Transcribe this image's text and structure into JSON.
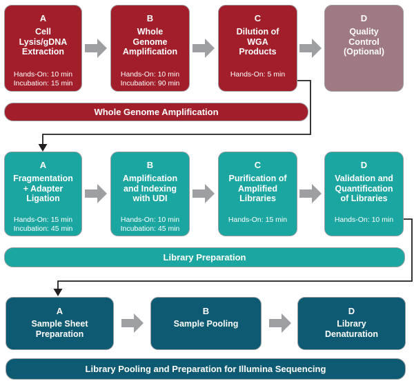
{
  "colors": {
    "primary_red": "#A31E2B",
    "optional_mauve": "#A07A82",
    "teal": "#1CA6A2",
    "dark_blue": "#0E5A73",
    "arrow_gray": "#9D9FA2",
    "box_border_gray": "#9B9DA0",
    "connector_black": "#231F20"
  },
  "rows": [
    {
      "banner": "Whole Genome Amplification",
      "boxes": [
        {
          "letter": "A",
          "title": "Cell\nLysis/gDNA\nExtraction",
          "times": "Hands-On: 10 min\nIncubation: 15 min"
        },
        {
          "letter": "B",
          "title": "Whole\nGenome\nAmplification",
          "times": "Hands-On: 10 min\nIncubation: 90 min"
        },
        {
          "letter": "C",
          "title": "Dilution of\nWGA\nProducts",
          "times": "Hands-On: 5 min"
        },
        {
          "letter": "D",
          "title": "Quality\nControl\n(Optional)",
          "times": ""
        }
      ]
    },
    {
      "banner": "Library Preparation",
      "boxes": [
        {
          "letter": "A",
          "title": "Fragmentation\n+ Adapter\nLigation",
          "times": "Hands-On: 15 min\nIncubation: 45 min"
        },
        {
          "letter": "B",
          "title": "Amplification\nand Indexing\nwith UDI",
          "times": "Hands-On: 10 min\nIncubation: 45 min"
        },
        {
          "letter": "C",
          "title": "Purification of\nAmplified\nLibraries",
          "times": "Hands-On: 15 min"
        },
        {
          "letter": "D",
          "title": "Validation and\nQuantification\nof Libraries",
          "times": "Hands-On: 10 min"
        }
      ]
    },
    {
      "banner": "Library Pooling and Preparation for Illumina Sequencing",
      "boxes": [
        {
          "letter": "A",
          "title": "Sample Sheet\nPreparation",
          "times": ""
        },
        {
          "letter": "B",
          "title": "Sample Pooling",
          "times": ""
        },
        {
          "letter": "D",
          "title": "Library\nDenaturation",
          "times": ""
        }
      ]
    }
  ]
}
